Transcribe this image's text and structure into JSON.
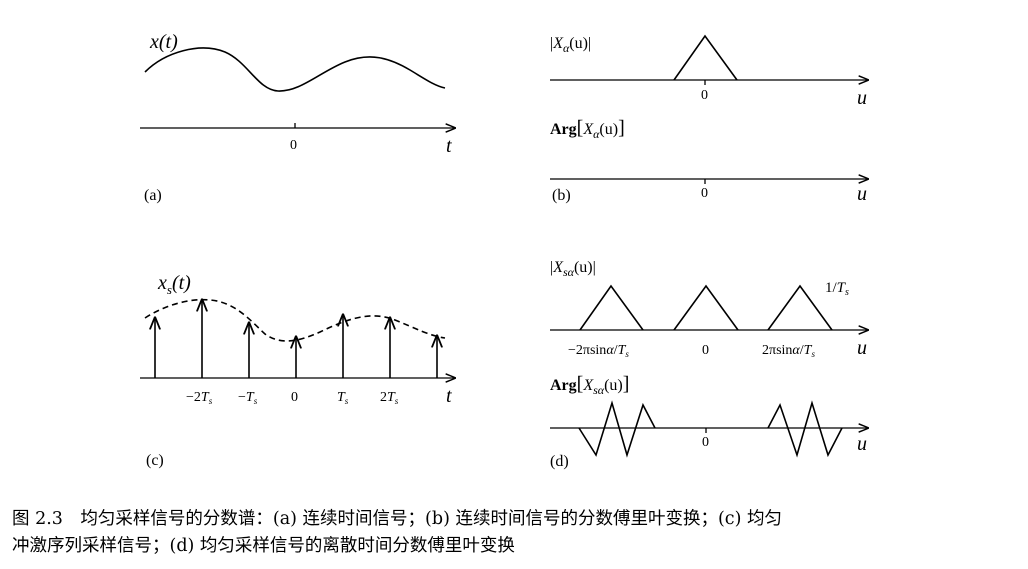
{
  "panels": {
    "a": {
      "tag": "(a)",
      "func": "x",
      "arg": "(t)",
      "zero": "0",
      "axis": "t"
    },
    "b": {
      "tag": "(b)",
      "mag_open": "|",
      "mag_func": "X",
      "mag_sub": "α",
      "mag_arg": "(u)",
      "mag_close": "|",
      "arg_pre": "Arg",
      "arg_func": "X",
      "arg_sub": "α",
      "arg_arg": "(u)",
      "zero_top": "0",
      "zero_bottom": "0",
      "axis_top": "u",
      "axis_bottom": "u"
    },
    "c": {
      "tag": "(c)",
      "func": "x",
      "sub": "s",
      "arg": "(t)",
      "ticks": [
        {
          "text": "−2",
          "T": "T",
          "s": "s"
        },
        {
          "text": "−",
          "T": "T",
          "s": "s"
        },
        {
          "text": "0",
          "T": "",
          "s": ""
        },
        {
          "text": "",
          "T": "T",
          "s": "s"
        },
        {
          "text": "2",
          "T": "T",
          "s": "s"
        }
      ],
      "axis": "t"
    },
    "d": {
      "tag": "(d)",
      "mag_open": "|",
      "mag_func": "X",
      "mag_sub": "sα",
      "mag_arg": "(u)",
      "mag_close": "|",
      "amp_num": "1/",
      "amp_T": "T",
      "amp_s": "s",
      "tick_left_pre": "−2π",
      "tick_left_mid": "sin",
      "tick_left_a": "α",
      "tick_left_slash": "/",
      "tick_left_T": "T",
      "tick_left_s": "s",
      "tick_zero": "0",
      "tick_right_pre": "2π",
      "tick_right_mid": "sin",
      "tick_right_a": "α",
      "tick_right_slash": "/",
      "tick_right_T": "T",
      "tick_right_s": "s",
      "axis_top": "u",
      "arg_pre": "Arg",
      "arg_func": "X",
      "arg_sub": "sα",
      "arg_arg": "(u)",
      "zero_bottom": "0",
      "axis_bottom": "u"
    }
  },
  "caption": {
    "line1": "图 2.3　均匀采样信号的分数谱：(a) 连续时间信号；(b) 连续时间信号的分数傅里叶变换；(c) 均匀",
    "line2": "冲激序列采样信号；(d) 均匀采样信号的离散时间分数傅里叶变换"
  }
}
